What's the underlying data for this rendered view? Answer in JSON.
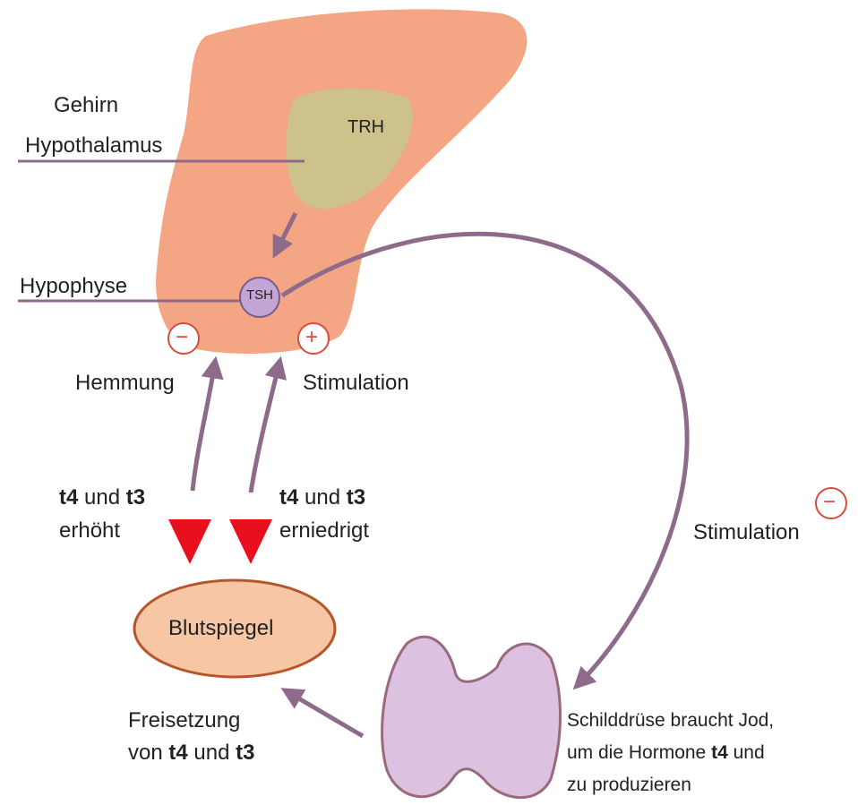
{
  "labels": {
    "gehirn": "Gehirn",
    "hypothalamus": "Hypothalamus",
    "trh": "TRH",
    "hypophyse": "Hypophyse",
    "tsh": "TSH",
    "hemmung": "Hemmung",
    "stimulation_top": "Stimulation",
    "stimulation_right": "Stimulation",
    "high_line1_a": "t4",
    "high_line1_b": " und ",
    "high_line1_c": "t3",
    "high_line2": "erhöht",
    "low_line1_a": "t4",
    "low_line1_b": " und ",
    "low_line1_c": "t3",
    "low_line2": "erniedrigt",
    "blutspiegel": "Blutspiegel",
    "release_line1": "Freisetzung",
    "release_line2_a": "von ",
    "release_line2_b": "t4",
    "release_line2_c": " und ",
    "release_line2_d": "t3",
    "thyroid_line1": "Schilddrüse braucht Jod,",
    "thyroid_line2_a": "um die Hormone ",
    "thyroid_line2_b": "t4",
    "thyroid_line2_c": " und",
    "thyroid_line3": "zu produzieren",
    "minus_sign": "−",
    "plus_sign": "+"
  },
  "colors": {
    "brain": "#f4a583",
    "hypothalamus": "#c9c58a",
    "arrow": "#8e6b8b",
    "red_arrow": "#e8101e",
    "circle_border": "#d94a3f",
    "thyroid": "#dcc2e0",
    "blood_fill": "#f6c6a5",
    "blood_stroke": "#b8552c"
  }
}
